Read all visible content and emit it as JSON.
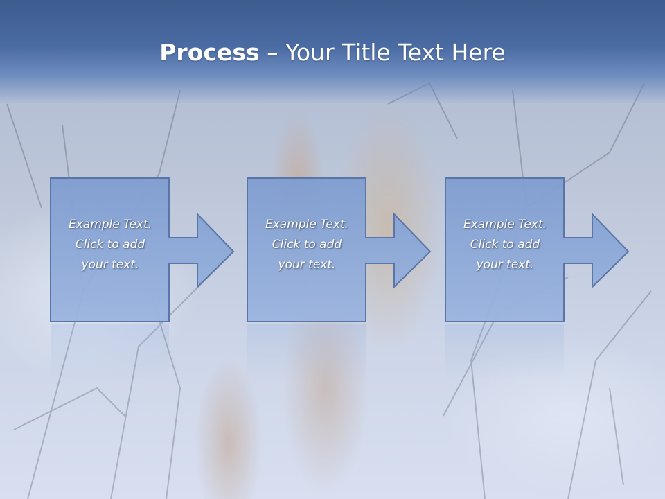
{
  "slide": {
    "title_bold": "Process",
    "title_rest": " – Your Title Text Here"
  },
  "steps": [
    {
      "line1": "Example Text.",
      "line2": "Click  to add",
      "line3": "your text."
    },
    {
      "line1": "Example Text.",
      "line2": "Click  to add",
      "line3": "your text."
    },
    {
      "line1": "Example Text.",
      "line2": "Click  to add",
      "line3": "your text."
    }
  ],
  "colors": {
    "title_band": "#3d5c8f",
    "box_fill": "#8eaadb",
    "box_stroke": "#5a76a8",
    "text": "#ffffff"
  }
}
